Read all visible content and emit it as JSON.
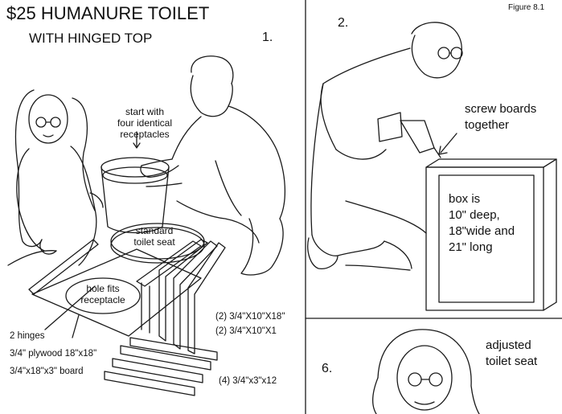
{
  "panel1": {
    "title_line1": "$25 HUMANURE TOILET",
    "title_line2": "WITH HINGED TOP",
    "number": "1.",
    "callout_start": [
      "start with",
      "four identical",
      "receptacles"
    ],
    "callout_seat": [
      "standard",
      "toilet seat"
    ],
    "callout_hole": [
      "hole fits",
      "receptacle"
    ],
    "label_hinges": "2 hinges",
    "label_plywood": "3/4\" plywood 18\"x18\"",
    "label_board": "3/4\"x18\"x3\" board",
    "label_boards_a": "(2) 3/4\"X10\"X18\"",
    "label_boards_b": "(2) 3/4\"X10\"X1",
    "label_boards_c": "(4) 3/4\"x3\"x12"
  },
  "panel2": {
    "figure_label": "Figure 8.1",
    "number": "2.",
    "callout_screw": [
      "screw boards",
      "together"
    ],
    "box_text": [
      "box is",
      "10\" deep,",
      "18\"wide and",
      "21\" long"
    ]
  },
  "panel6": {
    "number": "6.",
    "callout": [
      "adjusted",
      "toilet seat"
    ]
  }
}
